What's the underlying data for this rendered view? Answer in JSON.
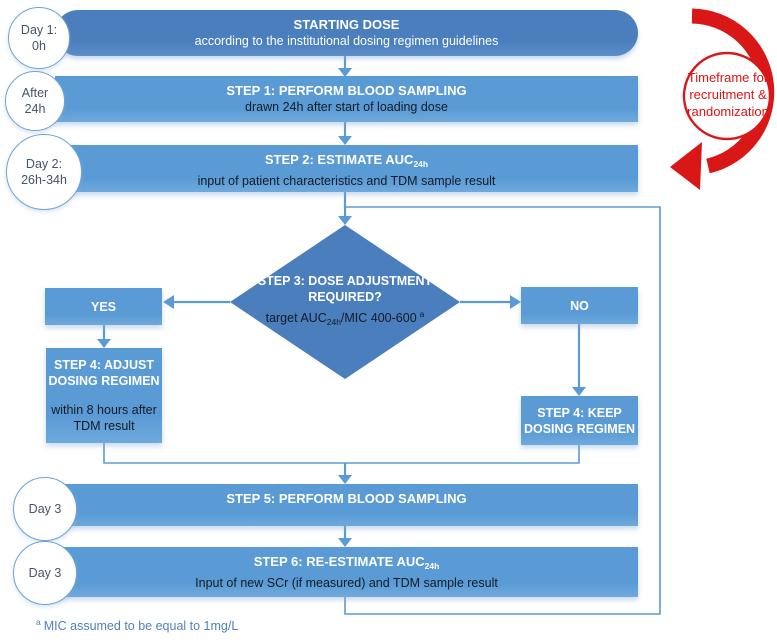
{
  "colors": {
    "bar_blue": "#5b9bd5",
    "dark_blue": "#4a7ebd",
    "connector_blue": "#5b9bd5",
    "subtitle_dark": "#141b26",
    "circle_text": "#44546a",
    "red_accent": "#d91717",
    "footnote_blue": "#4f81bd"
  },
  "timeline": [
    {
      "line1": "Day 1:",
      "line2": "0h"
    },
    {
      "line1": "After",
      "line2": "24h"
    },
    {
      "line1": "Day 2:",
      "line2": "26h-34h"
    },
    {
      "line1": "Day 3",
      "line2": ""
    },
    {
      "line1": "Day 3",
      "line2": ""
    }
  ],
  "start": {
    "title": "STARTING DOSE",
    "subtitle": "according to the institutional dosing regimen guidelines"
  },
  "step1": {
    "title": "STEP 1: PERFORM BLOOD SAMPLING",
    "subtitle": "drawn 24h after start of loading dose"
  },
  "step2": {
    "title_prefix": "STEP 2: ESTIMATE AUC",
    "title_sub": "24h",
    "subtitle": "input of patient characteristics and TDM sample result"
  },
  "step3": {
    "title_line1": "STEP 3: DOSE ADJUSTMENT",
    "title_line2": "REQUIRED?",
    "target_prefix": "target AUC",
    "target_sub": "24h",
    "target_mid": "/MIC 400-600",
    "target_sup": "a"
  },
  "yes_branch": {
    "label": "YES",
    "step4_line1": "STEP 4: ADJUST",
    "step4_line2": "DOSING REGIMEN",
    "step4_note1": "within 8 hours after",
    "step4_note2": "TDM result"
  },
  "no_branch": {
    "label": "NO",
    "step4_line1": "STEP 4: KEEP",
    "step4_line2": "DOSING REGIMEN"
  },
  "step5": {
    "title": "STEP 5: PERFORM BLOOD SAMPLING"
  },
  "step6": {
    "title_prefix": "STEP 6: RE-ESTIMATE AUC",
    "title_sub": "24h",
    "subtitle": "Input of new SCr (if measured) and TDM sample result"
  },
  "timeframe_badge": {
    "text": "Timeframe for recruitment & randomization"
  },
  "footnote": {
    "sup": "a",
    "text": "MIC assumed to be equal to 1mg/L"
  }
}
